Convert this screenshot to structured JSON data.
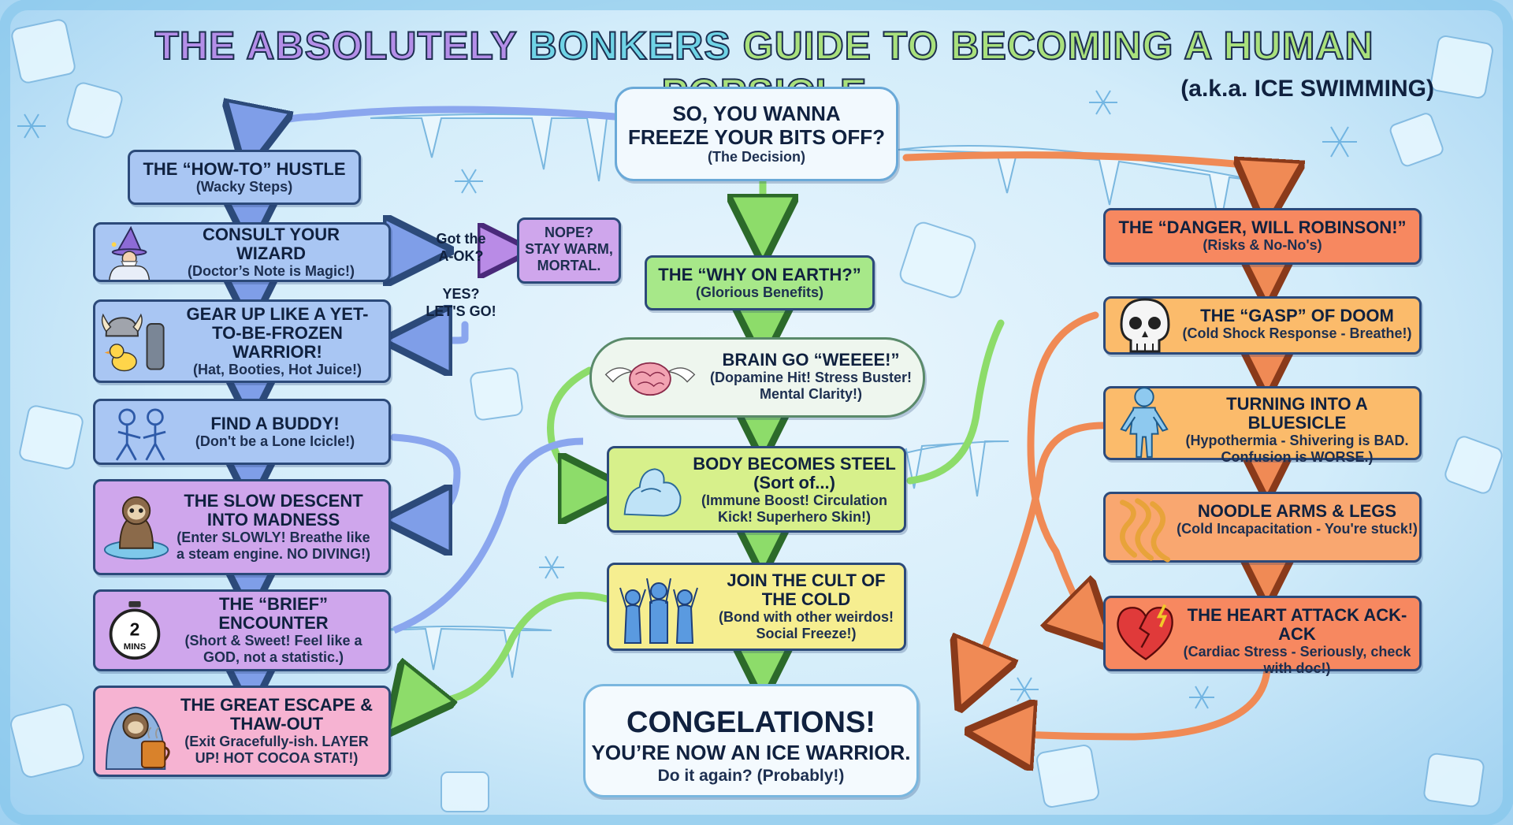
{
  "title": {
    "part1": "THE ABSOLUTELY",
    "part2": "BONKERS",
    "part3": "GUIDE TO BECOMING A HUMAN POPSICLE",
    "subtitle": "(a.k.a. ICE SWIMMING)"
  },
  "decision": {
    "title_line1": "SO, YOU WANNA",
    "title_line2": "FREEZE YOUR BITS OFF?",
    "sub": "(The Decision)"
  },
  "howto": {
    "header": {
      "title": "THE “HOW-TO” HUSTLE",
      "sub": "(Wacky Steps)"
    },
    "steps": [
      {
        "icon": "wizard-icon",
        "title": "CONSULT YOUR WIZARD",
        "sub": "(Doctor’s Note is Magic!)"
      },
      {
        "icon": "viking-gear-icon",
        "title": "GEAR UP LIKE A YET-TO-BE-FROZEN WARRIOR!",
        "sub": "(Hat, Booties, Hot Juice!)"
      },
      {
        "icon": "buddies-icon",
        "title": "FIND A BUDDY!",
        "sub": "(Don't be a Lone Icicle!)"
      },
      {
        "icon": "sloth-swimming-icon",
        "title": "THE SLOW DESCENT INTO MADNESS",
        "sub": "(Enter SLOWLY! Breathe like a steam engine. NO DIVING!)"
      },
      {
        "icon": "stopwatch-icon",
        "title": "THE “BRIEF” ENCOUNTER",
        "sub": "(Short & Sweet! Feel like a GOD, not a statistic.)"
      },
      {
        "icon": "sloth-cocoa-icon",
        "title": "THE GREAT ESCAPE & THAW-OUT",
        "sub": "(Exit Gracefully-ish. LAYER UP! HOT COCOA STAT!)"
      }
    ],
    "stopwatch_number": "2",
    "stopwatch_unit": "MINS",
    "check_question_line1": "Got the",
    "check_question_line2": "A-OK?",
    "nope_line1": "NOPE?",
    "nope_line2": "STAY WARM,",
    "nope_line3": "MORTAL.",
    "yes_line1": "YES?",
    "yes_line2": "LET'S GO!"
  },
  "benefits": {
    "header": {
      "title": "THE “WHY ON EARTH?”",
      "sub": "(Glorious Benefits)"
    },
    "items": [
      {
        "icon": "winged-brain-icon",
        "title": "BRAIN GO “WEEEE!”",
        "sub": "(Dopamine Hit! Stress Buster! Mental Clarity!)"
      },
      {
        "icon": "ice-muscle-icon",
        "title": "BODY BECOMES STEEL (Sort of...)",
        "sub": "(Immune Boost! Circulation Kick! Superhero Skin!)"
      },
      {
        "icon": "cheering-group-icon",
        "title": "JOIN THE CULT OF THE COLD",
        "sub": "(Bond with other weirdos! Social Freeze!)"
      }
    ]
  },
  "risks": {
    "header": {
      "title": "THE “DANGER, WILL ROBINSON!”",
      "sub": "(Risks & No-No's)"
    },
    "items": [
      {
        "icon": "skull-icon",
        "title": "THE “GASP” OF DOOM",
        "sub": "(Cold Shock Response - Breathe!)"
      },
      {
        "icon": "frozen-person-icon",
        "title": "TURNING INTO A BLUESICLE",
        "sub": "(Hypothermia - Shivering is BAD. Confusion is WORSE.)"
      },
      {
        "icon": "noodle-arms-icon",
        "title": "NOODLE ARMS & LEGS",
        "sub": "(Cold Incapacitation - You're stuck!)"
      },
      {
        "icon": "broken-heart-icon",
        "title": "THE HEART ATTACK ACK-ACK",
        "sub": "(Cardiac Stress - Seriously, check with doc!)"
      }
    ]
  },
  "final": {
    "line1": "CONGELATIONS!",
    "line2": "YOU’RE NOW AN ICE WARRIOR.",
    "line3": "Do it again? (Probably!)"
  },
  "colors": {
    "title_purple": "#b48ee8",
    "title_teal": "#6fd4e6",
    "title_green": "#a9e07c",
    "arrow_blue": "#8aa6ee",
    "arrow_green": "#8ddc6a",
    "arrow_orange": "#f08a55"
  }
}
